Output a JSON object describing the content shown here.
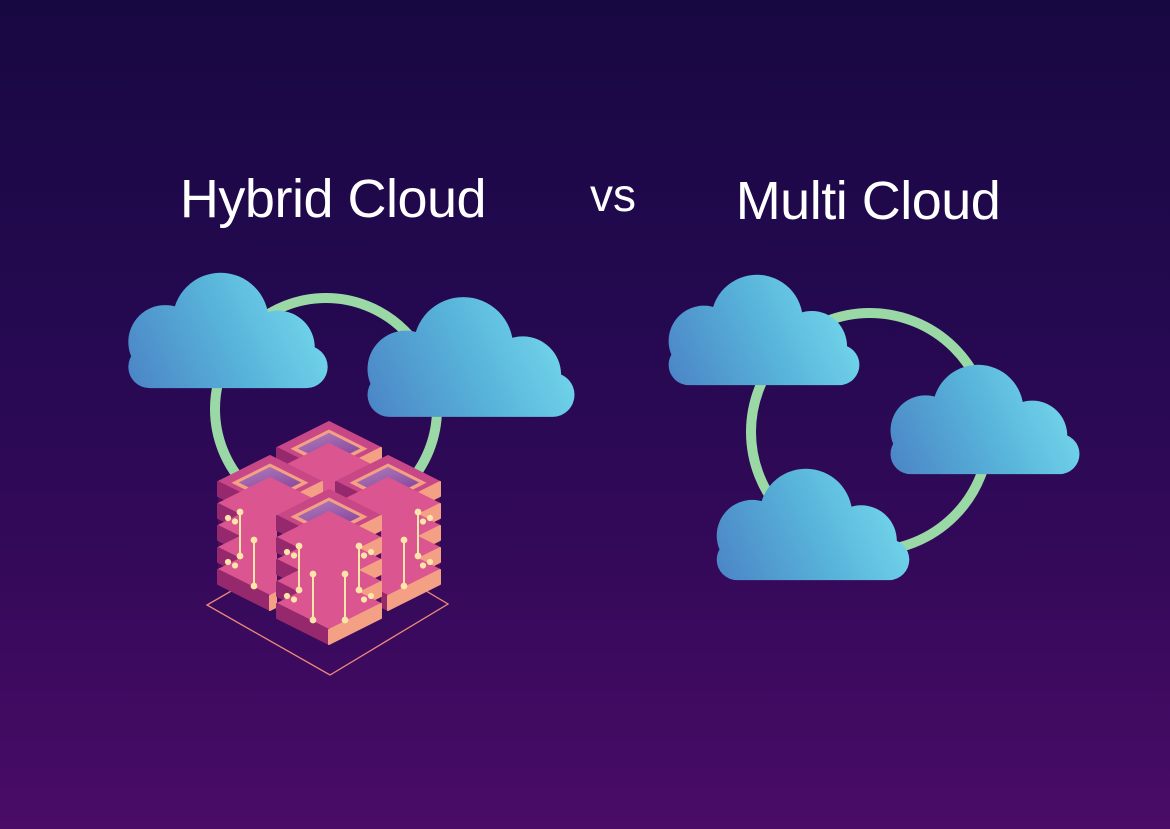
{
  "title": {
    "left": "Hybrid Cloud",
    "separator": "vs",
    "right": "Multi Cloud"
  },
  "figures": {
    "hybrid": {
      "label": "Hybrid Cloud",
      "icons": [
        "cloud-icon",
        "cloud-icon",
        "connection-ring-icon",
        "server-stack-icon",
        "base-diamond-outline"
      ],
      "cloud_count": 2,
      "has_server_stack": true
    },
    "multi": {
      "label": "Multi Cloud",
      "icons": [
        "cloud-icon",
        "cloud-icon",
        "cloud-icon",
        "connection-ring-icon"
      ],
      "cloud_count": 3,
      "has_server_stack": false
    }
  },
  "colors": {
    "background_top": "#180842",
    "background_bottom": "#4a0c67",
    "title_text": "#ffffff",
    "ring_green": "#9ad8a6",
    "cloud_gradient_start": "#4a80c4",
    "cloud_gradient_end": "#7de2f2",
    "server_top_face": "#db5590",
    "server_cap_face": "#c84787",
    "server_left_face": "#96296d",
    "server_right_face": "#f4a084",
    "server_core": "#4e1059",
    "server_inset_light": "#b27cbd",
    "server_inset_dark": "#84459a",
    "circuit_yellow": "#fce5a8",
    "base_outline": "#ef8a7a"
  }
}
